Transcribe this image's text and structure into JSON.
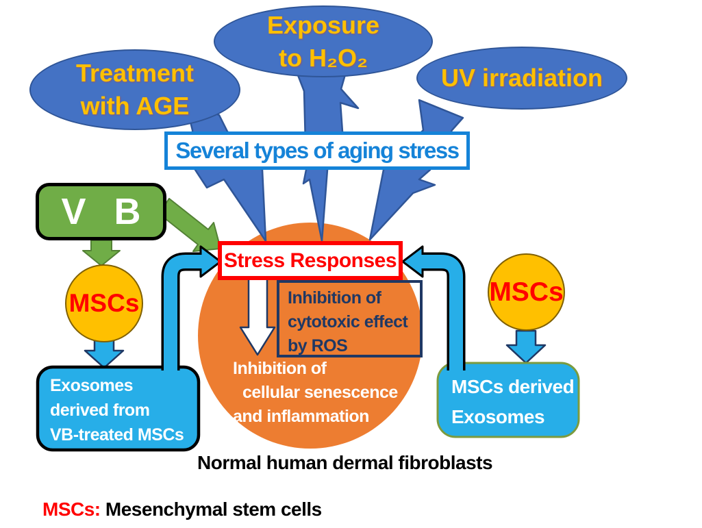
{
  "colors": {
    "blue": "#4472C4",
    "blue_dark": "#2F5597",
    "blue_text": "#1583D8",
    "cyan": "#27AEE8",
    "navy": "#1F3864",
    "orange": "#ED7D31",
    "gold": "#FFC000",
    "gold_border": "#806000",
    "green": "#70AD47",
    "green_dark": "#538135",
    "red": "#FF0000",
    "olive": "#7C9B3E"
  },
  "stimuli": {
    "age": {
      "line1": "Treatment",
      "line2": "with AGE"
    },
    "h2o2": {
      "line1": "Exposure",
      "line2": "to H₂O₂"
    },
    "uv": {
      "label": "UV irradiation"
    }
  },
  "aging_stress_box": {
    "label": "Several types of aging stress"
  },
  "stress_box": {
    "label": "Stress Responses"
  },
  "vb_box": {
    "label": "V B"
  },
  "msc_left": {
    "label": "MSCs"
  },
  "msc_right": {
    "label": "MSCs"
  },
  "exosome_left_box": {
    "lines": [
      "Exosomes",
      "derived from",
      "VB-treated MSCs"
    ]
  },
  "exosome_right_box": {
    "lines": [
      "MSCs derived",
      "Exosomes"
    ]
  },
  "ros_box": {
    "lines": [
      "Inhibition of",
      "cytotoxic effect",
      "by ROS"
    ]
  },
  "inhibition_text": {
    "lines": [
      "Inhibition of",
      "cellular senescence",
      "and inflammation"
    ]
  },
  "cell_caption": {
    "label": "Normal human dermal fibroblasts"
  },
  "legend": {
    "abbr": "MSCs:",
    "rest": " Mesenchymal stem cells"
  }
}
